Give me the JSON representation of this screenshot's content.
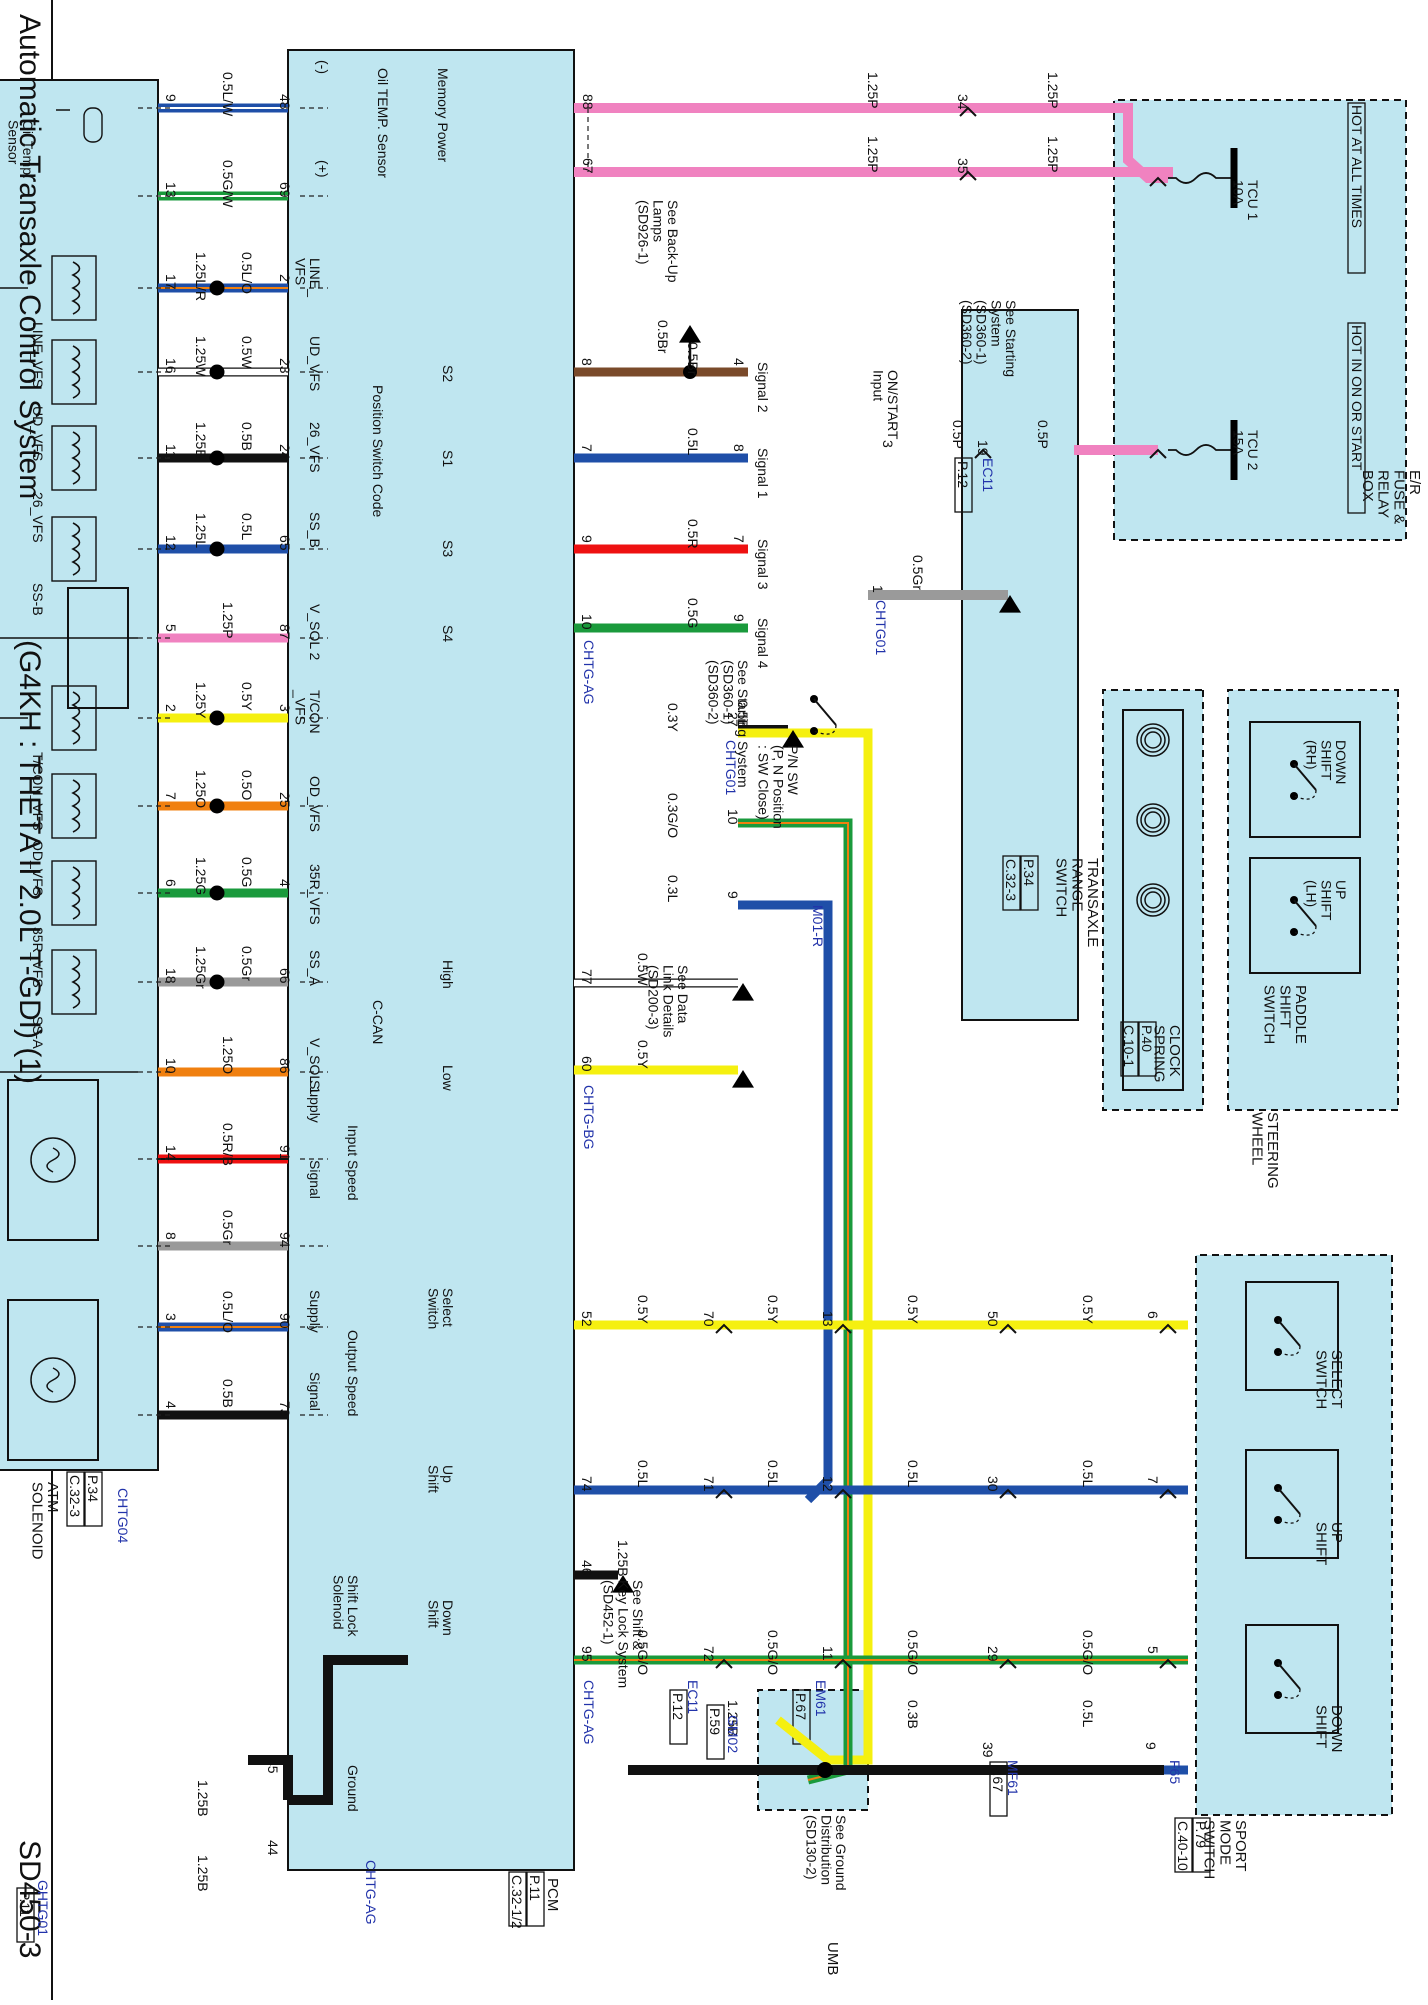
{
  "header": {
    "title": "Automatic Transaxle Control System",
    "engine": "(G4KH : THETA II 2.0L T-GDI) (1)",
    "code": "SD450-3"
  },
  "colors": {
    "panel": "#bfe6f0",
    "P": "#f082c0",
    "L": "#1f4fa8",
    "G": "#1a9a3c",
    "Br": "#7a4a2a",
    "R": "#ee1111",
    "Y": "#f5f010",
    "O": "#f08010",
    "Gr": "#9a9a9a",
    "B": "#111111",
    "W": "#ffffff"
  },
  "components": {
    "pcm": {
      "name": "PCM",
      "ref": [
        "P.11",
        "C.32-1/2"
      ]
    },
    "atm": {
      "name": "ATM\nSOLENOID",
      "ref": [
        "P.34",
        "C.32-3"
      ]
    },
    "fusebox": {
      "name": "E/R\nFUSE &\nRELAY\nBOX",
      "hot1": "HOT AT ALL TIMES",
      "hot2": "HOT IN ON OR START",
      "fuse1": "TCU 1\n10A",
      "fuse2": "TCU 2\n15A"
    },
    "trs": {
      "name": "TRANSAXLE\nRANGE\nSWITCH",
      "ref": [
        "P.34",
        "C.32-3"
      ],
      "on_start": "ON/START\nInput",
      "pnsw": "P/N SW\n(P, N Position\n: SW Close)",
      "signals": [
        "Signal 2",
        "Signal 1",
        "Signal 3",
        "Signal 4"
      ]
    },
    "steering": {
      "name": "STEERING\nWHEEL",
      "paddle": "PADDLE\nSHIFT\nSWITCH",
      "down_rh": "DOWN\nSHIFT\n(RH)",
      "up_lh": "UP\nSHIFT\n(LH)",
      "clock": "CLOCK\nSPRING",
      "clock_ref": [
        "P.40",
        "C.10-1"
      ]
    },
    "sport": {
      "name": "SPORT\nMODE\nSWITCH",
      "ref": [
        "P.79",
        "C.40-10"
      ],
      "select": "SELECT\nSWITCH",
      "up": "UP\nSHIFT",
      "down": "DOWN\nSHIFT"
    },
    "umb": {
      "name": "UMB",
      "note": "See Ground\nDistribution\n(SD130-2)"
    }
  },
  "pcm_labels": {
    "memory_power": "Memory Power",
    "oil_temp": "Oil TEMP. Sensor",
    "minus": "(-)",
    "plus": "(+)",
    "position_switch": "Position Switch Code",
    "s_labels": [
      "S2",
      "S1",
      "S3",
      "S4"
    ],
    "ccan": "C-CAN",
    "high": "High",
    "low": "Low",
    "input_speed": "Input Speed",
    "output_speed": "Output Speed",
    "supply": "Supply",
    "signal": "Signal",
    "select_switch": "Select\nSwitch",
    "up_shift": "Up\nShift",
    "down_shift": "Down\nShift",
    "shift_lock": "Shift Lock\nSolenoid",
    "ground": "Ground",
    "vfs": [
      "LINE_\nVFS",
      "UD_VFS",
      "26_VFS",
      "SS_B",
      "V_SOL 2",
      "T/CON\n_VFS",
      "OD_VFS",
      "35R_VFS",
      "SS_A",
      "V_SOL 1"
    ]
  },
  "atm_labels": {
    "sensor": "Oil Temp.\nSensor",
    "coils": [
      "LINE_VFS",
      "UD_VFS",
      "26_VFS",
      "SS-B",
      "T/CON_VFS",
      "OD_VFS",
      "35R_VFS",
      "SS-A"
    ]
  },
  "wires_left": [
    {
      "pcm": "48",
      "atm": "9",
      "size": "0.5L/W",
      "color": "L",
      "stripe": "W"
    },
    {
      "pcm": "69",
      "atm": "13",
      "size": "0.5G/W",
      "color": "G",
      "stripe": "W"
    },
    {
      "pcm": "2",
      "atm": "17",
      "size": "1.25L/R",
      "atm_size": "0.5L/O",
      "color": "L",
      "stripe": "O",
      "splice": true
    },
    {
      "pcm": "23",
      "atm": "16",
      "size": "1.25W",
      "atm_size": "0.5W",
      "color": "W",
      "splice": true
    },
    {
      "pcm": "24",
      "atm": "11",
      "size": "1.25B",
      "atm_size": "0.5B",
      "color": "B",
      "splice": true
    },
    {
      "pcm": "65",
      "atm": "12",
      "size": "1.25L",
      "atm_size": "0.5L",
      "color": "L",
      "splice": true
    },
    {
      "pcm": "87",
      "atm": "5",
      "size": "1.25P",
      "color": "P"
    },
    {
      "pcm": "3",
      "atm": "2",
      "size": "1.25Y",
      "atm_size": "0.5Y",
      "color": "Y",
      "splice": true
    },
    {
      "pcm": "25",
      "atm": "7",
      "size": "1.25O",
      "atm_size": "0.5O",
      "color": "O",
      "splice": true
    },
    {
      "pcm": "4",
      "atm": "6",
      "size": "1.25G",
      "atm_size": "0.5G",
      "color": "G",
      "splice": true
    },
    {
      "pcm": "66",
      "atm": "18",
      "size": "1.25Gr",
      "atm_size": "0.5Gr",
      "color": "Gr",
      "splice": true
    },
    {
      "pcm": "86",
      "atm": "10",
      "size": "1.25O",
      "color": "O"
    },
    {
      "pcm": "91",
      "atm": "14",
      "size": "0.5R/B",
      "color": "R",
      "stripe": "B"
    },
    {
      "pcm": "94",
      "atm": "8",
      "size": "0.5Gr",
      "color": "Gr"
    },
    {
      "pcm": "90",
      "atm": "3",
      "size": "0.5L/O",
      "color": "L",
      "stripe": "O"
    },
    {
      "pcm": "73",
      "atm": "4",
      "size": "0.5B",
      "color": "B"
    }
  ],
  "connectors": {
    "chtg04": "CHTG04",
    "chtg_ag": "CHTG-AG",
    "chtg_bg": "CHTG-BG",
    "chtg01": "CHTG01",
    "ec11": "EC11",
    "em61": "EM61",
    "mf61": "MF61",
    "m01r": "M01-R",
    "f65": "F65",
    "gm02": "GM02",
    "ghtg01": "GHTG01",
    "p12": "P.12",
    "p67": "P.67",
    "p59": "P.59",
    "p11": "P.11"
  },
  "power_wires": [
    {
      "pcm": "88",
      "inline": "34",
      "size_l": "1.25P",
      "size_r": "1.25P"
    },
    {
      "pcm": "67",
      "inline": "35",
      "size_l": "1.25P",
      "size_r": "1.25P"
    }
  ],
  "trs_wires": [
    {
      "pcm": "8",
      "trs": "4",
      "size": "0.5Br",
      "color": "Br"
    },
    {
      "pcm": "7",
      "trs": "8",
      "size": "0.5L",
      "color": "L"
    },
    {
      "pcm": "9",
      "trs": "7",
      "size": "0.5R",
      "color": "R"
    },
    {
      "pcm": "10",
      "trs": "9",
      "size": "0.5G",
      "color": "G"
    }
  ],
  "misc_text": {
    "backup": "See Back-Up\nLamps\n(SD926-1)",
    "backup_size": "0.5Br",
    "starting1": "See Starting\nSystem\n(SD360-1)\n(SD360-2)",
    "starting2": "See Starting System\n(SD360-1)\n(SD360-2)",
    "datalink": "See Data\nLink Details\n(SD200-3)",
    "shiftlock": "See Shift &\nKey Lock System\n(SD452-1)",
    "s05p": "0.5P",
    "s05gr": "0.5Gr",
    "s05b": "0.5B",
    "pin3": "3",
    "pin19": "19",
    "pin1": "1",
    "pin2": "2",
    "pin77": "77",
    "pin60": "60",
    "s05w": "0.5W",
    "s05y": "0.5Y",
    "pin46": "46",
    "s125b": "1.25B",
    "pin45": "45",
    "pin44": "44"
  },
  "steering_wires": [
    {
      "pin": "7",
      "size": "0.3Y",
      "color": "Y"
    },
    {
      "pin": "10",
      "size": "0.3G/O",
      "color": "G",
      "stripe": "O"
    },
    {
      "pin": "9",
      "size": "0.3L",
      "color": "L"
    }
  ],
  "sport_wires": [
    {
      "name": "select",
      "pcm": "52",
      "ec": "70",
      "em": "13",
      "mf": "50",
      "sw": "6",
      "size": "0.5Y",
      "color": "Y"
    },
    {
      "name": "up",
      "pcm": "74",
      "ec": "71",
      "em": "12",
      "mf": "30",
      "sw": "7",
      "size": "0.5L",
      "color": "L"
    },
    {
      "name": "down",
      "pcm": "95",
      "ec": "72",
      "em": "11",
      "mf": "29",
      "sw": "5",
      "size": "0.5G/O",
      "color": "G",
      "stripe": "O"
    }
  ],
  "ground_wires": {
    "sport_pin": "9",
    "mf_pin": "39",
    "sport_size": "0.5L",
    "mf_size": "0.3B",
    "gm_size": "1.25B"
  }
}
